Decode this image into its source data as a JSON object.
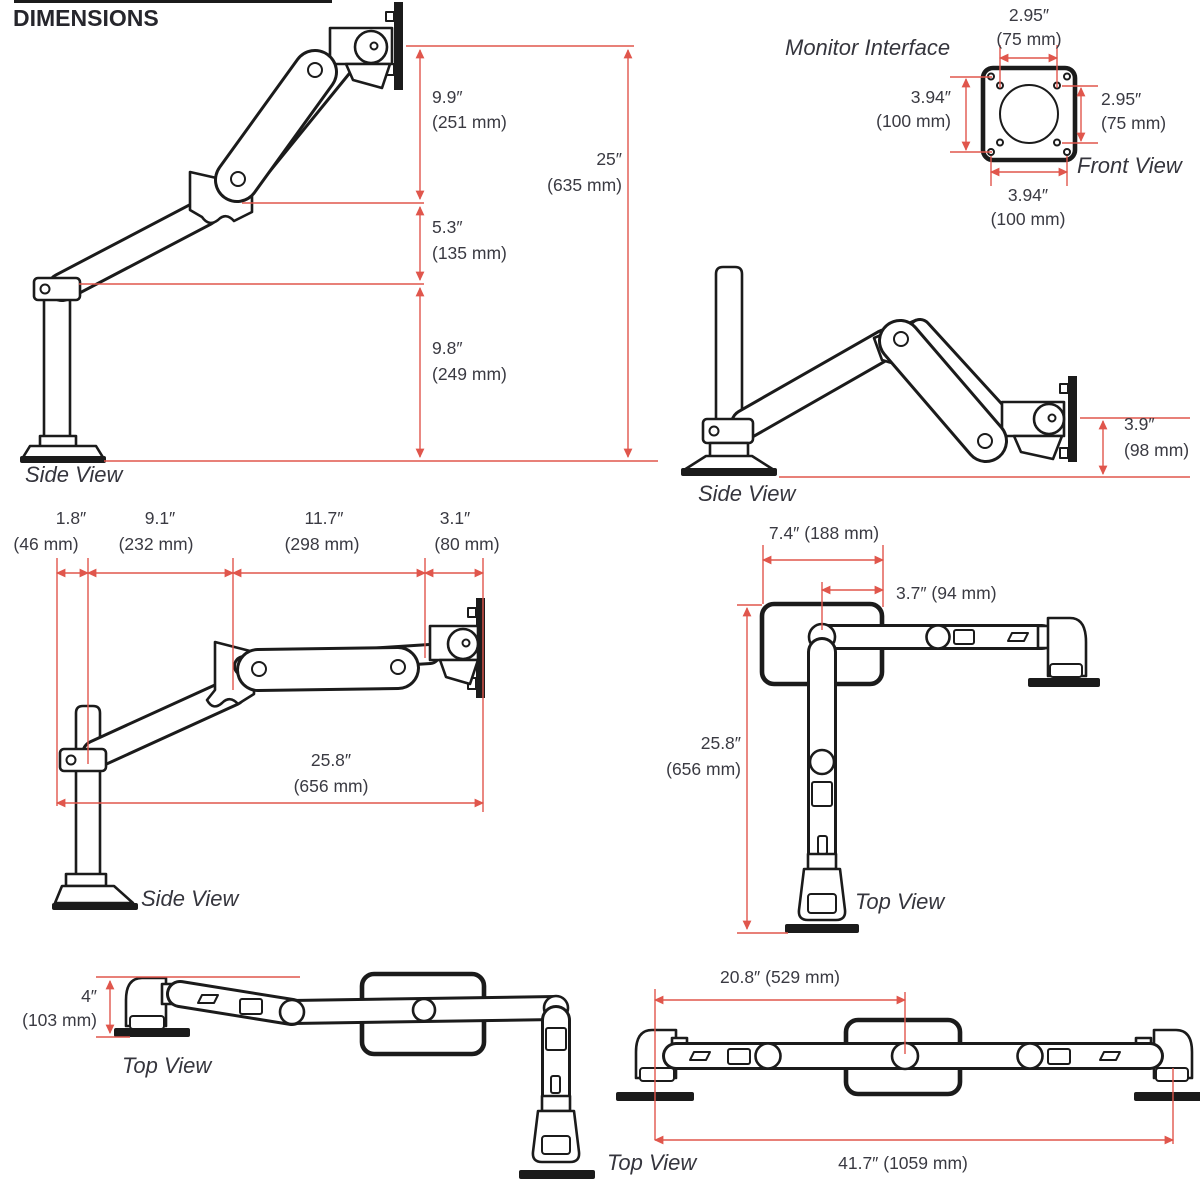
{
  "title": "DIMENSIONS",
  "colors": {
    "dimension_line": "#e0564c",
    "drawing_ink": "#1b1b1b",
    "text": "#3a3a42"
  },
  "views": {
    "side_raised": {
      "label": "Side View",
      "seg_top": "9.9″",
      "seg_top_mm": "(251 mm)",
      "seg_mid": "5.3″",
      "seg_mid_mm": "(135 mm)",
      "seg_bottom": "9.8″",
      "seg_bottom_mm": "(249 mm)",
      "total": "25″",
      "total_mm": "(635 mm)"
    },
    "monitor_interface": {
      "label": "Monitor Interface",
      "front_view_label": "Front View",
      "top": "2.95″",
      "top_mm": "(75 mm)",
      "left": "3.94″",
      "left_mm": "(100 mm)",
      "right": "2.95″",
      "right_mm": "(75 mm)",
      "bottom": "3.94″",
      "bottom_mm": "(100 mm)"
    },
    "side_lowered": {
      "label": "Side View",
      "drop": "3.9″",
      "drop_mm": "(98 mm)"
    },
    "side_extended": {
      "label": "Side View",
      "seg1": "1.8″",
      "seg1_mm": "(46 mm)",
      "seg2": "9.1″",
      "seg2_mm": "(232 mm)",
      "seg3": "11.7″",
      "seg3_mm": "(298 mm)",
      "seg4": "3.1″",
      "seg4_mm": "(80 mm)",
      "reach": "25.8″",
      "reach_mm": "(656 mm)"
    },
    "top_folded": {
      "label": "Top View",
      "base_width": "7.4″ (188 mm)",
      "pivot_offset": "3.7″ (94 mm)",
      "reach": "25.8″",
      "reach_mm": "(656 mm)"
    },
    "top_offset": {
      "label": "Top View",
      "depth": "4″",
      "depth_mm": "(103 mm)"
    },
    "top_extended": {
      "label": "Top View",
      "pivot_span": "20.8″ (529 mm)",
      "full_span": "41.7″ (1059 mm)"
    }
  }
}
